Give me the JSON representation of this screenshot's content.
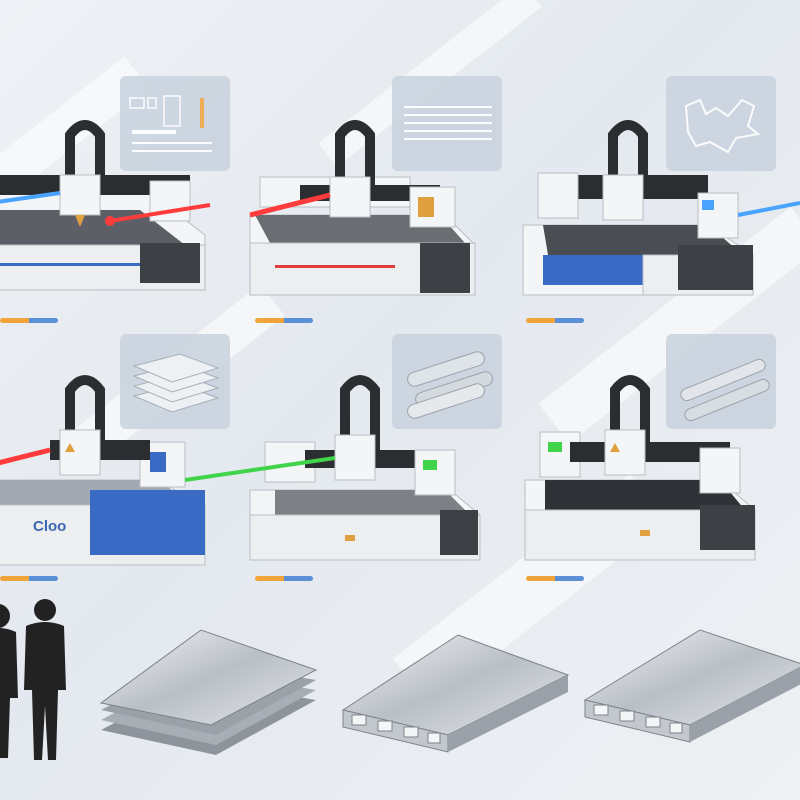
{
  "colors": {
    "background": "#e8ecf1",
    "panel": "#c9d3de",
    "machine_body": "#f4f5f6",
    "machine_dark": "#2b2d30",
    "accent_orange": "#f0a43a",
    "accent_blue": "#5b8fd6",
    "laser_blue": "#4aa3ff",
    "laser_red": "#ff3b3b",
    "laser_green": "#3fd44a",
    "bed_blue": "#3a6bc4"
  },
  "machines": [
    {
      "id": "m1",
      "laser": "blue-and-red",
      "bed": "gray",
      "stripe": "blue"
    },
    {
      "id": "m2",
      "laser": "red",
      "bed": "gray",
      "stripe": "red"
    },
    {
      "id": "m3",
      "laser": "blue",
      "bed": "blue-slats",
      "stripe": "none"
    },
    {
      "id": "m4",
      "laser": "red",
      "bed": "gray-blue",
      "stripe": "none",
      "label": "Cloo"
    },
    {
      "id": "m5",
      "laser": "green",
      "bed": "gray",
      "stripe": "none"
    },
    {
      "id": "m6",
      "laser": "none",
      "bed": "slats",
      "stripe": "none"
    }
  ],
  "panels": [
    {
      "id": "p1",
      "icon": "control-screen-icon"
    },
    {
      "id": "p2",
      "icon": "text-lines-icon"
    },
    {
      "id": "p3",
      "icon": "path-drawing-icon"
    },
    {
      "id": "p4",
      "icon": "sheet-stack-icon"
    },
    {
      "id": "p5",
      "icon": "tubes-icon"
    },
    {
      "id": "p6",
      "icon": "rods-icon"
    }
  ],
  "materials": [
    "stacked-sheets",
    "hollow-panel",
    "hollow-panel"
  ]
}
